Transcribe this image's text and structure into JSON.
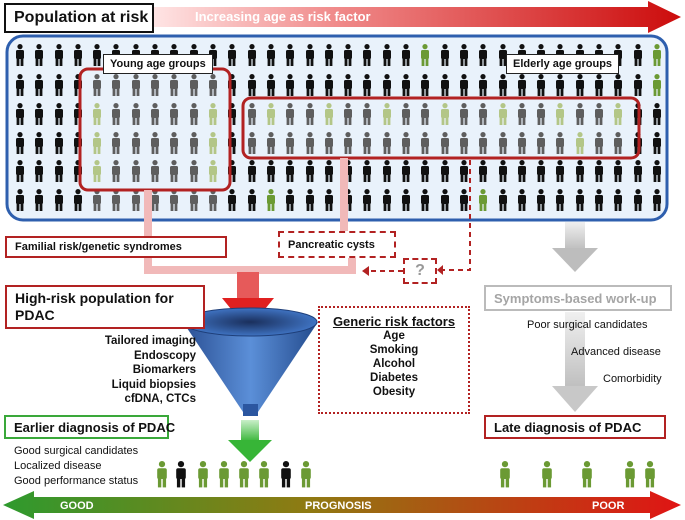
{
  "population": {
    "title": "Population at risk",
    "age_arrow_label": "Increasing age as risk factor",
    "young_label": "Young age groups",
    "elderly_label": "Elderly age groups"
  },
  "risk_paths": {
    "familial": "Familial risk/genetic syndromes",
    "cysts": "Pancreatic cysts",
    "unknown": "?"
  },
  "high_risk": {
    "title": "High-risk population for PDAC",
    "methods": [
      "Tailored imaging",
      "Endoscopy",
      "Biomarkers",
      "Liquid biopsies",
      "cfDNA, CTCs"
    ]
  },
  "generic_risk": {
    "title": "Generic risk factors",
    "items": [
      "Age",
      "Smoking",
      "Alcohol",
      "Diabetes",
      "Obesity"
    ]
  },
  "symptoms": {
    "title": "Symptoms-based work-up",
    "items": [
      "Poor surgical candidates",
      "Advanced disease",
      "Comorbidity"
    ]
  },
  "outcomes": {
    "earlier": "Earlier diagnosis of PDAC",
    "earlier_items": [
      "Good surgical candidates",
      "Localized disease",
      "Good performance status"
    ],
    "late": "Late diagnosis of PDAC"
  },
  "prognosis": {
    "good": "GOOD",
    "label": "PROGNOSIS",
    "poor": "POOR"
  },
  "colors": {
    "red": "#b22222",
    "green": "#3aa83a",
    "person_black": "#111111",
    "person_gray": "#5e5e5e",
    "person_green": "#6b9a34",
    "person_lightgreen": "#b3c687",
    "panel_border": "#2e5fae",
    "funnel": "#2c5fa8"
  }
}
